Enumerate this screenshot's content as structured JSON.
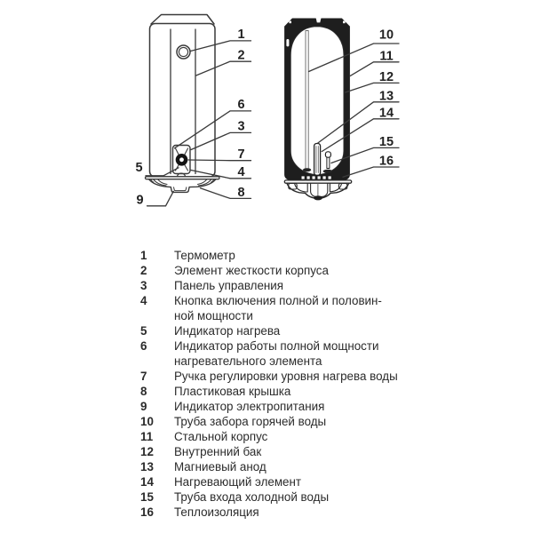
{
  "figure": {
    "description_left_view": "external view of storage water heater",
    "description_right_view": "cutaway cross-section view of storage water heater"
  },
  "colors": {
    "background": "#ffffff",
    "diagram_line": "#3a3a3a",
    "shell_fill": "#1e1e1e",
    "knob_fill": "#131313",
    "text_color": "#2b2b2b"
  },
  "legend": {
    "items": [
      {
        "num": "1",
        "label": "Термометр"
      },
      {
        "num": "2",
        "label": "Элемент жесткости корпуса"
      },
      {
        "num": "3",
        "label": "Панель управления"
      },
      {
        "num": "4",
        "label": "Кнопка включения полной и половин-\nной мощности"
      },
      {
        "num": "5",
        "label": "Индикатор нагрева"
      },
      {
        "num": "6",
        "label": "Индикатор работы полной мощности\nнагревательного элемента"
      },
      {
        "num": "7",
        "label": "Ручка регулировки уровня нагрева воды"
      },
      {
        "num": "8",
        "label": "Пластиковая крышка"
      },
      {
        "num": "9",
        "label": "Индикатор электропитания"
      },
      {
        "num": "10",
        "label": "Труба забора горячей воды"
      },
      {
        "num": "11",
        "label": "Стальной корпус"
      },
      {
        "num": "12",
        "label": "Внутренний бак"
      },
      {
        "num": "13",
        "label": "Магниевый анод"
      },
      {
        "num": "14",
        "label": "Нагревающий элемент"
      },
      {
        "num": "15",
        "label": "Труба входа холодной воды"
      },
      {
        "num": "16",
        "label": "Теплоизоляция"
      }
    ]
  }
}
